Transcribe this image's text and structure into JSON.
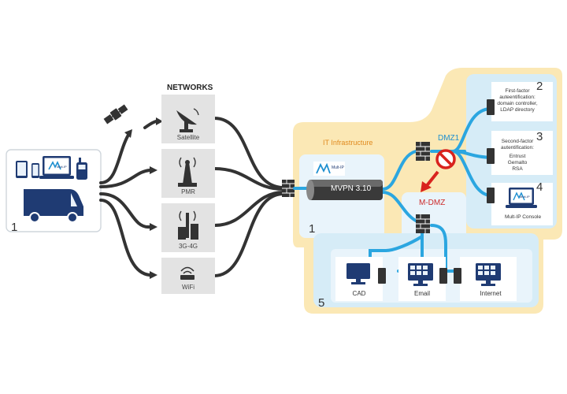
{
  "networks": {
    "heading": "NETWORKS",
    "items": [
      {
        "label": "Satellite",
        "icon": "satellite-dish-icon"
      },
      {
        "label": "PMR",
        "icon": "radio-tower-icon"
      },
      {
        "label": "3G-4G",
        "icon": "cell-tower-icon"
      },
      {
        "label": "WiFi",
        "icon": "wifi-router-icon"
      }
    ]
  },
  "devices": {
    "number": "1",
    "icons": [
      "tablet-icon",
      "phone-icon",
      "laptop-icon",
      "handheld-radio-icon",
      "van-icon"
    ],
    "laptop_logo": "Mult-IP"
  },
  "it_infrastructure": {
    "label": "IT Infrastructure",
    "number": "1"
  },
  "mvpn": {
    "logo": "Mult-IP",
    "label": "MVPN 3.10"
  },
  "dmz1": {
    "label": "DMZ1"
  },
  "mdmz": {
    "label": "M-DMZ"
  },
  "servers": [
    {
      "number": "2",
      "lines": [
        "First-factor",
        "auteentification:",
        "domain controller,",
        "LDAP directory"
      ]
    },
    {
      "number": "3",
      "lines": [
        "Second-factor",
        "autentification:",
        "Entrust",
        "Gemalto",
        "RSA"
      ]
    },
    {
      "number": "4",
      "label": "Mult-IP Console",
      "logo": "Mult-IP"
    }
  ],
  "internal": {
    "number": "5",
    "items": [
      {
        "label": "CAD",
        "icon": "monitor-icon"
      },
      {
        "label": "Email",
        "icon": "monitor-grid-icon"
      },
      {
        "label": "Internet",
        "icon": "monitor-grid-icon"
      }
    ]
  },
  "colors": {
    "cable": "#333333",
    "link": "#2ba6e0",
    "zone": "#fbe8b5",
    "dmz": "#d6ecf7",
    "blocked": "#d9231d"
  }
}
